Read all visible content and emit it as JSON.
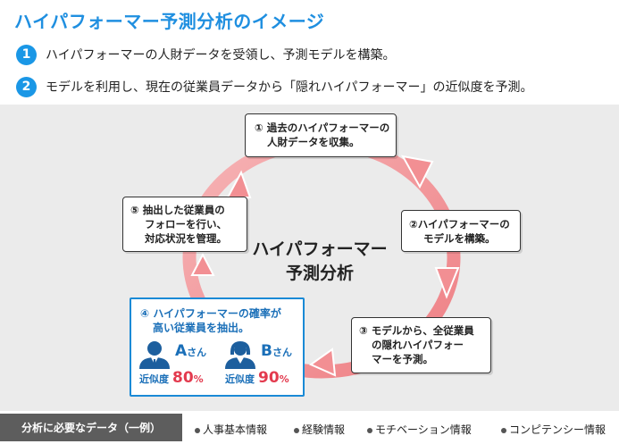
{
  "title": "ハイパフォーマー予測分析のイメージ",
  "steps": [
    {
      "num": "1",
      "text": "ハイパフォーマーの人財データを受領し、予測モデルを構築。"
    },
    {
      "num": "2",
      "text": "モデルを利用し、現在の従業員データから「隠れハイパフォーマー」の近似度を予測。"
    }
  ],
  "cycle": {
    "center_line1": "ハイパフォーマー",
    "center_line2": "予測分析",
    "ring_color": "#f08a8e",
    "accent_color": "#1a8ad6",
    "box1": {
      "line1": "① 過去のハイパフォーマーの",
      "line2": "人財データを収集。"
    },
    "box2": {
      "line1": "②ハイパフォーマーの",
      "line2": "モデルを構築。"
    },
    "box3": {
      "line1": "③ モデルから、全従業員",
      "line2": "の隠れハイパフォー",
      "line3": "マーを予測。"
    },
    "box4": {
      "line1": "④ ハイパフォーマーの確率が",
      "line2": "高い従業員を抽出。",
      "persons": [
        {
          "initial": "A",
          "suffix": "さん",
          "sim_label": "近似度",
          "pct": "80",
          "unit": "%",
          "icon": "male-user-icon"
        },
        {
          "initial": "B",
          "suffix": "さん",
          "sim_label": "近似度",
          "pct": "90",
          "unit": "%",
          "icon": "female-user-icon"
        }
      ]
    },
    "box5": {
      "line1": "⑤ 抽出した従業員の",
      "line2": "フォローを行い、",
      "line3": "対応状況を管理。"
    }
  },
  "footer": {
    "label": "分析に必要なデータ（一例）",
    "items": [
      "人事基本情報",
      "経験情報",
      "モチベーション情報",
      "コンピテンシー情報"
    ]
  }
}
